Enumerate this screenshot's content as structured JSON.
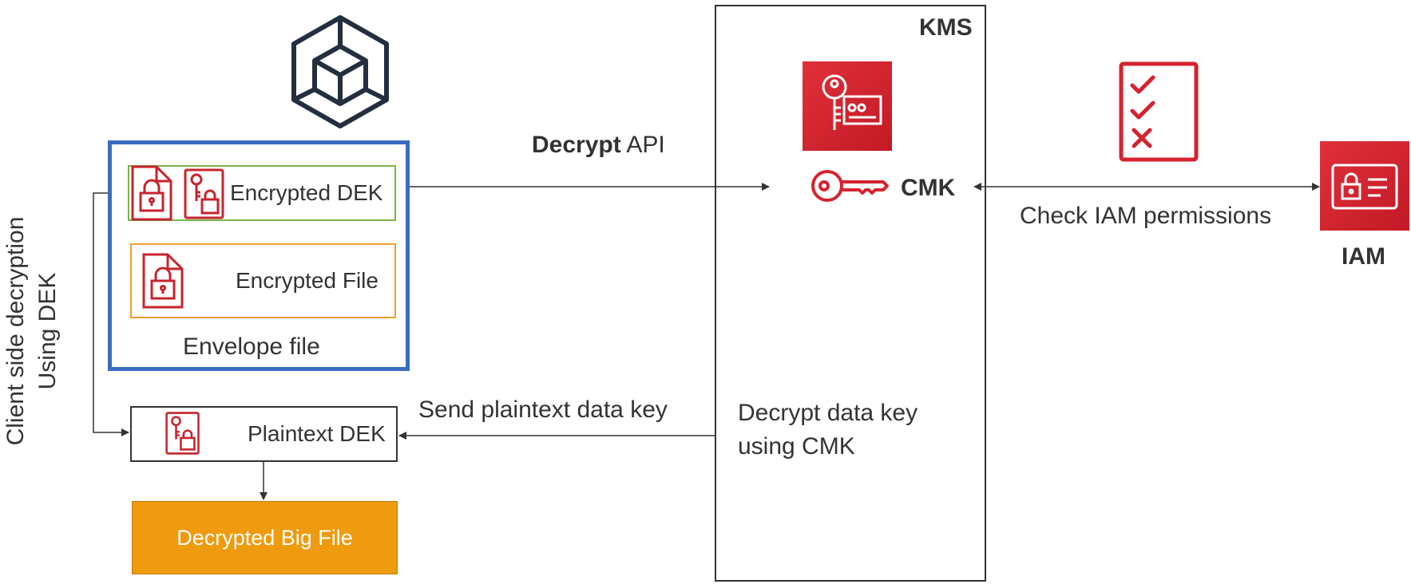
{
  "envelope": {
    "label": "Envelope file",
    "encrypted_dek_label": "Encrypted DEK",
    "encrypted_file_label": "Encrypted File"
  },
  "plaintext_dek_label": "Plaintext DEK",
  "decrypted_big_file_label": "Decrypted Big File",
  "client_side_label_line1": "Client side decryption",
  "client_side_label_line2": "Using DEK",
  "decrypt_api": {
    "bold": "Decrypt",
    "rest": " API"
  },
  "send_plaintext_label": "Send plaintext data key",
  "kms": {
    "title": "KMS",
    "cmk_label": "CMK",
    "decrypt_line1": "Decrypt data key",
    "decrypt_line2": "using CMK"
  },
  "check_iam_label": "Check IAM permissions",
  "iam_label": "IAM",
  "colors": {
    "aws_red": "#d6232f",
    "envelope_border": "#3b6cc0",
    "dek_border": "#7ab648",
    "file_border": "#f0a030",
    "decrypted_fill": "#ef9b0f",
    "dark": "#232f3e"
  },
  "icons": [
    "sdk-cube-icon",
    "kms-key-icon",
    "checklist-icon",
    "iam-icon",
    "cmk-key-icon",
    "locked-document-icon",
    "locked-key-document-icon"
  ]
}
